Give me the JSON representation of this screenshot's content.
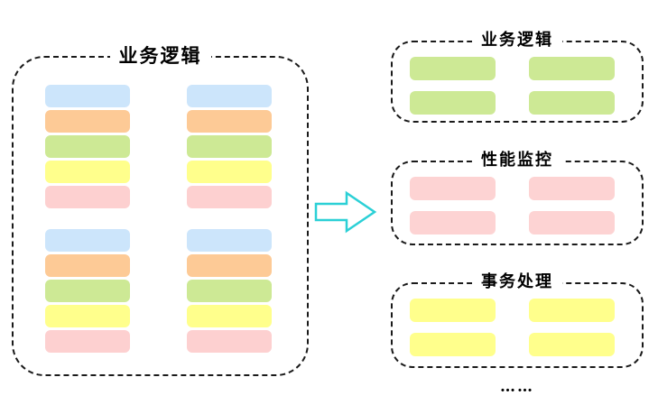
{
  "diagram": {
    "left_box": {
      "title": "业务逻辑",
      "groups": 2,
      "columns_per_group": 2,
      "blocks_per_stack": 5,
      "block_colors": [
        "#cce5fb",
        "#fdca96",
        "#cde995",
        "#ffff8c",
        "#fdd0d0"
      ],
      "block_color_names": [
        "blue",
        "orange",
        "green",
        "yellow",
        "pink"
      ]
    },
    "arrow": {
      "direction": "right",
      "stroke_color": "#2bd0d6",
      "fill_color": "#ffffff"
    },
    "right_boxes": [
      {
        "title": "业务逻辑",
        "block_color": "#cde995",
        "rows": 2,
        "columns": 2
      },
      {
        "title": "性能监控",
        "block_color": "#fdd3d3",
        "rows": 2,
        "columns": 2
      },
      {
        "title": "事务处理",
        "block_color": "#ffff8c",
        "rows": 2,
        "columns": 2
      }
    ],
    "ellipsis": "……"
  }
}
